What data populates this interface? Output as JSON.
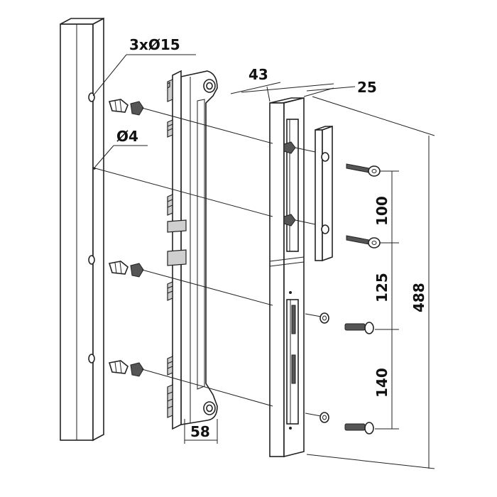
{
  "labels": {
    "holes": "3xØ15",
    "drill": "Ø4",
    "width_body": "43",
    "width_plate": "25",
    "spacing_1": "100",
    "spacing_2": "125",
    "spacing_3": "140",
    "total_height": "488",
    "bracket_width": "58"
  }
}
